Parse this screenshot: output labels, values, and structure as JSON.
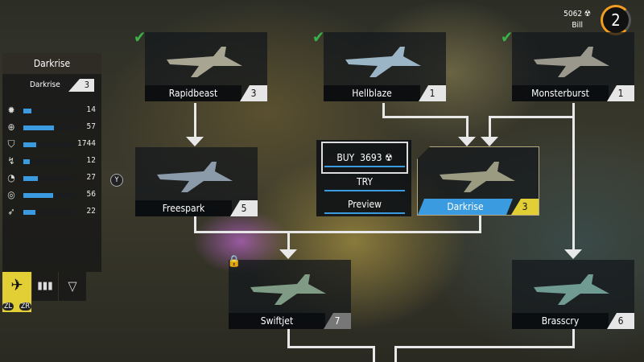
{
  "header": {
    "currency": "5062",
    "player": "Bill",
    "level": "2"
  },
  "stats_panel": {
    "title": "Darkrise",
    "aircraft": "Darkrise",
    "aircraft_level": "3",
    "stats": [
      {
        "icon": "thrust-icon",
        "value": "14",
        "fill": 0.15
      },
      {
        "icon": "crosshair-icon",
        "value": "57",
        "fill": 0.6
      },
      {
        "icon": "armor-icon",
        "value": "1744",
        "fill": 0.25
      },
      {
        "icon": "agility-icon",
        "value": "12",
        "fill": 0.12
      },
      {
        "icon": "speed-gauge-icon",
        "value": "27",
        "fill": 0.28
      },
      {
        "icon": "radar-icon",
        "value": "56",
        "fill": 0.58
      },
      {
        "icon": "maneuver-icon",
        "value": "22",
        "fill": 0.24
      }
    ],
    "tabs": [
      {
        "icon": "aircraft-icon"
      },
      {
        "icon": "missiles-icon"
      },
      {
        "icon": "info-icon"
      }
    ],
    "zl": "ZL",
    "zr": "ZR"
  },
  "y_button": "Y",
  "menu": {
    "buy_label": "BUY",
    "buy_price": "3693",
    "try_label": "TRY",
    "preview_label": "Preview"
  },
  "nodes": [
    {
      "name": "Rapidbeast",
      "level": "3",
      "owned": true
    },
    {
      "name": "Hellblaze",
      "level": "1",
      "owned": true
    },
    {
      "name": "Monsterburst",
      "level": "1",
      "owned": true
    },
    {
      "name": "Freespark",
      "level": "5",
      "owned": false
    },
    {
      "name": "Darkrise",
      "level": "3",
      "owned": false,
      "selected": true
    },
    {
      "name": "Swiftjet",
      "level": "7",
      "locked": true
    },
    {
      "name": "Brasscry",
      "level": "6",
      "owned": false
    }
  ],
  "colors": {
    "accent": "#3a9be0",
    "selected_level": "#e2cf35",
    "check": "#3cb04a",
    "level_ring": "#f39c1f"
  }
}
